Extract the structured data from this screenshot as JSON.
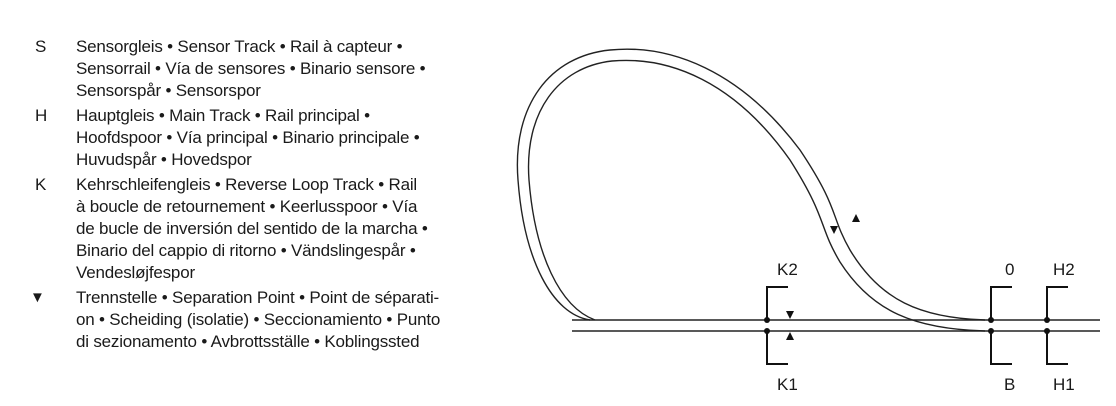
{
  "legend": [
    {
      "key": "S",
      "lines": [
        "Sensorgleis • Sensor Track • Rail à capteur •",
        "Sensorrail • Vía de sensores • Binario sensore •",
        "Sensorspår • Sensorspor"
      ]
    },
    {
      "key": "H",
      "lines": [
        "Hauptgleis • Main Track • Rail principal •",
        "Hoofdspoor • Vía principal • Binario principale •",
        "Huvudspår • Hovedspor"
      ]
    },
    {
      "key": "K",
      "lines": [
        "Kehrschleifengleis • Reverse Loop Track • Rail",
        "à boucle de retournement • Keerlusspoor • Vía",
        "de bucle de inversión del sentido de la marcha •",
        "Binario del cappio di ritorno • Vändslingespår •",
        "Vendesløjfespor"
      ]
    },
    {
      "key": "▼",
      "lines": [
        "Trennstelle • Separation Point • Point de séparati-",
        "on • Scheiding (isolatie) • Seccionamiento • Punto",
        "di sezionamento • Avbrottsställe • Koblingssted"
      ]
    }
  ],
  "diagram": {
    "labels": {
      "k2": "K2",
      "k1": "K1",
      "zero": "0",
      "b": "B",
      "h2": "H2",
      "h1": "H1"
    }
  }
}
